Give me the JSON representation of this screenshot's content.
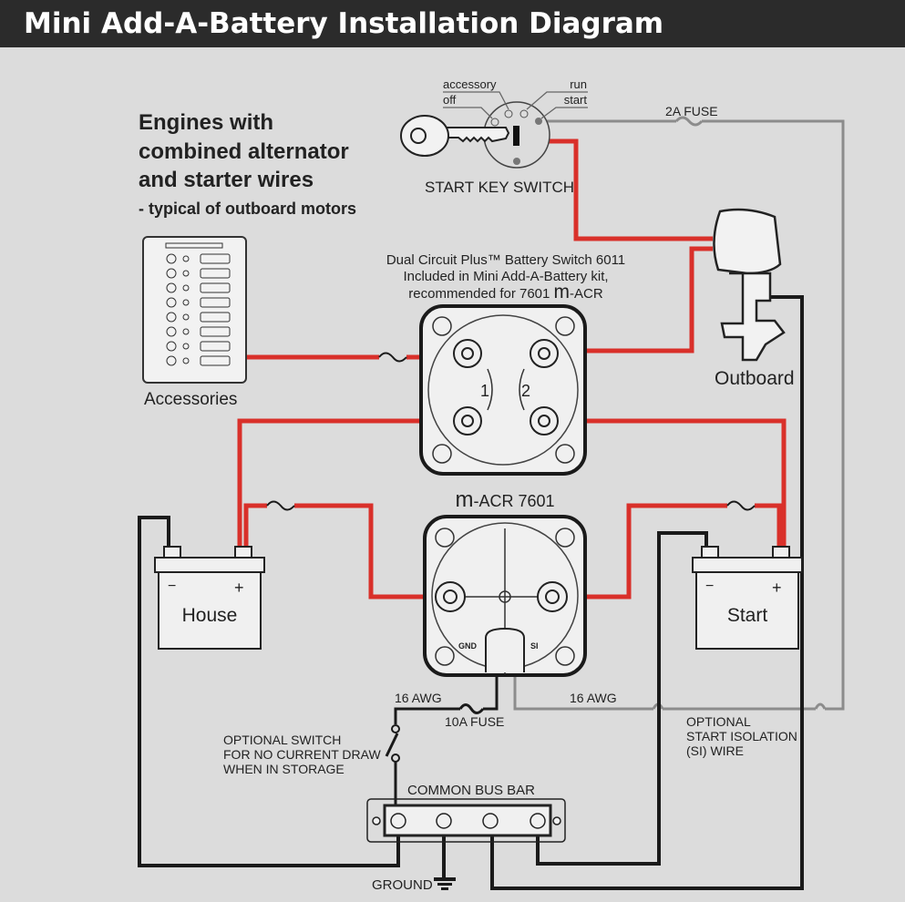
{
  "title": "Mini Add-A-Battery Installation Diagram",
  "heading": {
    "line1": "Engines with",
    "line2": "combined alternator",
    "line3": "and starter wires",
    "subtitle": "- typical of outboard motors"
  },
  "key_switch": {
    "label": "START KEY SWITCH",
    "positions": [
      "accessory",
      "off",
      "run",
      "start"
    ]
  },
  "fuses": {
    "top": "2A FUSE",
    "gnd": "10A FUSE"
  },
  "battery_switch": {
    "line1": "Dual Circuit Plus™ Battery Switch 6011",
    "line2": "Included in Mini Add-A-Battery kit,",
    "line3_prefix": "recommended for 7601 ",
    "line3_m": "m",
    "line3_suffix": "-ACR",
    "pos1": "1",
    "pos2": "2"
  },
  "acr": {
    "m": "m",
    "label": "-ACR 7601",
    "gnd": "GND",
    "si": "SI"
  },
  "components": {
    "accessories": "Accessories",
    "outboard": "Outboard",
    "house": "House",
    "start": "Start",
    "bus_bar": "COMMON BUS BAR",
    "ground": "GROUND"
  },
  "wire_labels": {
    "awg_left": "16 AWG",
    "awg_right": "16 AWG",
    "optional_switch": [
      "OPTIONAL SWITCH",
      "FOR NO CURRENT DRAW",
      "WHEN IN STORAGE"
    ],
    "si_wire": [
      "OPTIONAL",
      "START ISOLATION",
      "(SI) WIRE"
    ]
  },
  "colors": {
    "positive": "#d9302a",
    "negative": "#1a1a1a",
    "signal": "#8c8c8c",
    "title_bar": "#2b2b2b",
    "background": "#dcdcdc"
  }
}
